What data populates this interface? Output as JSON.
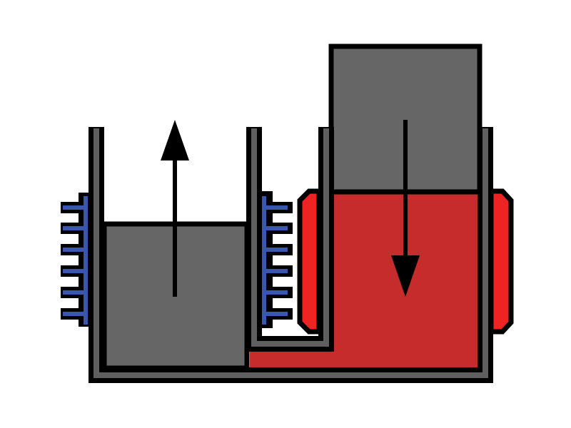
{
  "diagram": {
    "colors": {
      "wall": "#5f5f5f",
      "outline": "#000000",
      "piston": "#666666",
      "hot_fluid": "#c62c2c",
      "heater": "#ee2424",
      "cooling_fins": "#3a57b0",
      "background": "#ffffff"
    },
    "elements": [
      "cold-cylinder",
      "cold-piston",
      "cooling-fins-left",
      "cooling-fins-middle",
      "hot-cylinder",
      "hot-piston",
      "hot-fluid",
      "heater-left",
      "heater-right",
      "up-arrow",
      "down-arrow",
      "connecting-channel"
    ]
  }
}
